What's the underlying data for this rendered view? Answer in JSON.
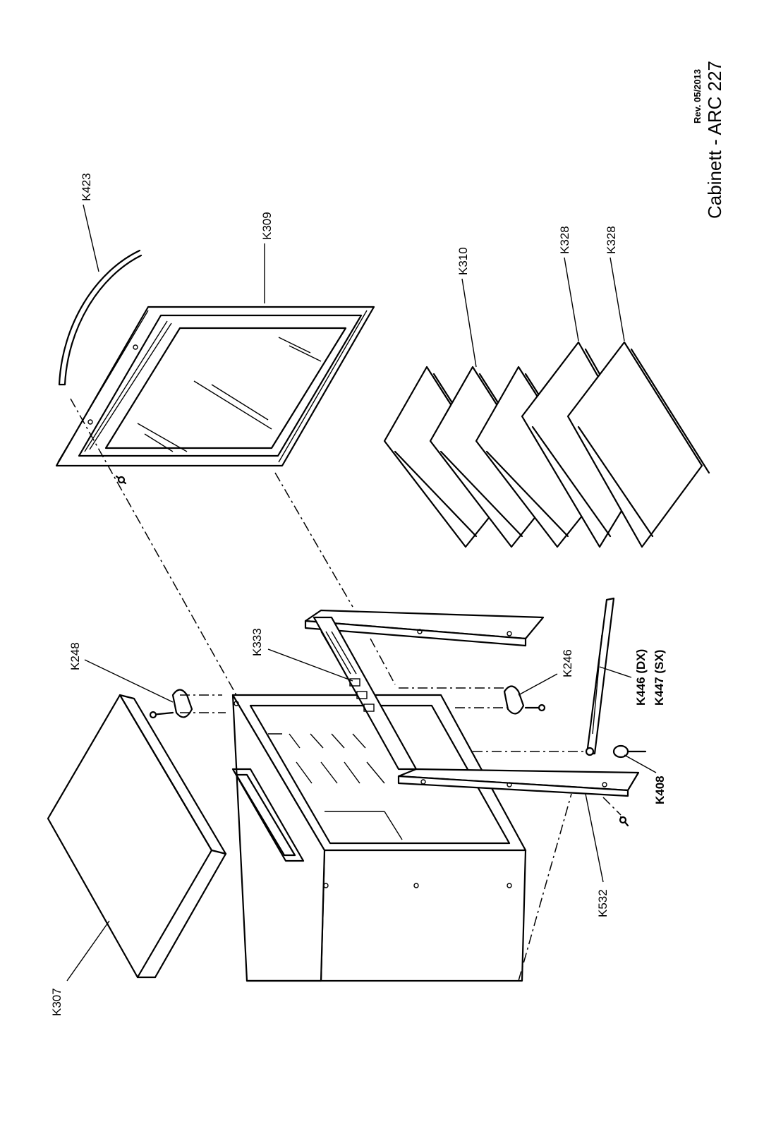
{
  "title": "Cabinett - ARC 227",
  "revision": "Rev. 05/2013",
  "parts": {
    "k423": "K423",
    "k309": "K309",
    "k310": "K310",
    "k328a": "K328",
    "k328b": "K328",
    "k248": "K248",
    "k333": "K333",
    "k246": "K246",
    "k446": "K446 (DX)",
    "k447": "K447 (SX)",
    "k408": "K408",
    "k532": "K532",
    "k307": "K307"
  }
}
